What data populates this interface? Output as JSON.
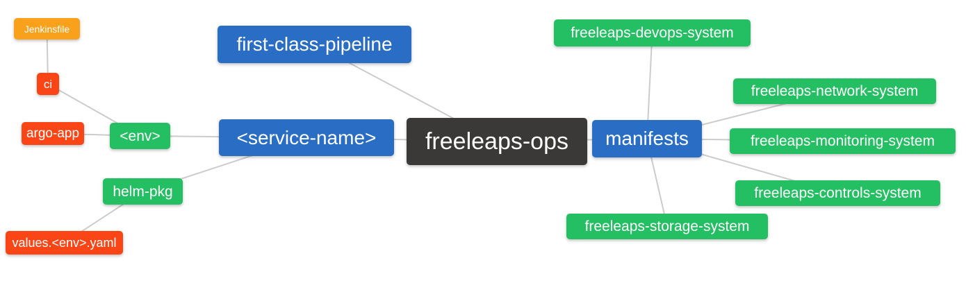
{
  "colors": {
    "blue": "#2A6DC5",
    "green": "#24BF62",
    "red": "#FA4616",
    "orange": "#F9A11B",
    "dark": "#3B3838",
    "edge": "#CCCCCC"
  },
  "nodes": {
    "jenkinsfile": {
      "label": "Jenkinsfile",
      "color": "#F9A11B"
    },
    "ci": {
      "label": "ci",
      "color": "#FA4616"
    },
    "argo_app": {
      "label": "argo-app",
      "color": "#FA4616"
    },
    "env": {
      "label": "<env>",
      "color": "#24BF62"
    },
    "helm_pkg": {
      "label": "helm-pkg",
      "color": "#24BF62"
    },
    "values_env_yaml": {
      "label": "values.<env>.yaml",
      "color": "#FA4616"
    },
    "first_class_pipeline": {
      "label": "first-class-pipeline",
      "color": "#2A6DC5"
    },
    "service_name": {
      "label": "<service-name>",
      "color": "#2A6DC5"
    },
    "freeleaps_ops": {
      "label": "freeleaps-ops",
      "color": "#3B3838"
    },
    "manifests": {
      "label": "manifests",
      "color": "#2A6DC5"
    },
    "devops_system": {
      "label": "freeleaps-devops-system",
      "color": "#24BF62"
    },
    "network_system": {
      "label": "freeleaps-network-system",
      "color": "#24BF62"
    },
    "monitoring_system": {
      "label": "freeleaps-monitoring-system",
      "color": "#24BF62"
    },
    "controls_system": {
      "label": "freeleaps-controls-system",
      "color": "#24BF62"
    },
    "storage_system": {
      "label": "freeleaps-storage-system",
      "color": "#24BF62"
    }
  },
  "edges": [
    [
      "jenkinsfile",
      "ci"
    ],
    [
      "ci",
      "env"
    ],
    [
      "argo_app",
      "env"
    ],
    [
      "env",
      "service_name"
    ],
    [
      "helm_pkg",
      "service_name"
    ],
    [
      "values_env_yaml",
      "helm_pkg"
    ],
    [
      "first_class_pipeline",
      "freeleaps_ops"
    ],
    [
      "service_name",
      "freeleaps_ops"
    ],
    [
      "freeleaps_ops",
      "manifests"
    ],
    [
      "manifests",
      "devops_system"
    ],
    [
      "manifests",
      "network_system"
    ],
    [
      "manifests",
      "monitoring_system"
    ],
    [
      "manifests",
      "controls_system"
    ],
    [
      "manifests",
      "storage_system"
    ]
  ]
}
